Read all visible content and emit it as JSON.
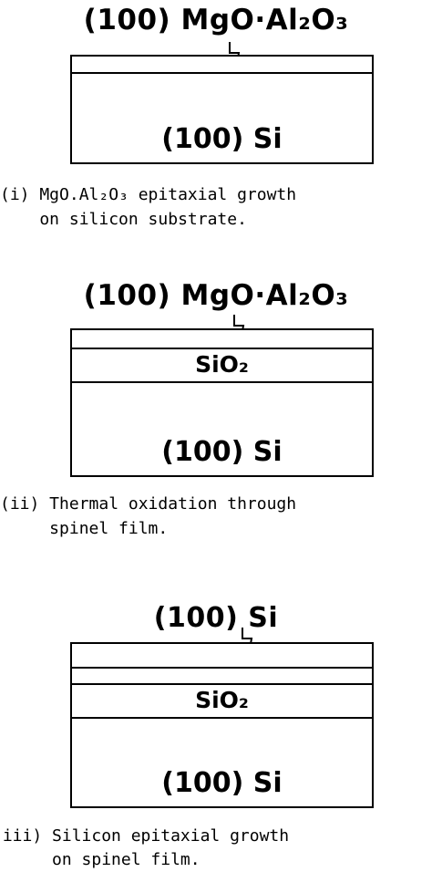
{
  "panels": [
    {
      "top_label": "(100) MgO·Al₂O₃",
      "substrate_label": "(100) Si",
      "caption_line1": "(i) MgO.Al₂O₃ epitaxial growth",
      "caption_line2": "    on silicon substrate."
    },
    {
      "top_label": "(100) MgO·Al₂O₃",
      "oxide_label": "SiO₂",
      "substrate_label": "(100) Si",
      "caption_line1": "(ii) Thermal oxidation through",
      "caption_line2": "     spinel film."
    },
    {
      "top_label": "(100) Si",
      "oxide_label": "SiO₂",
      "substrate_label": "(100) Si",
      "caption_line1": "(iii) Silicon epitaxial growth",
      "caption_line2": "      on spinel film."
    }
  ]
}
